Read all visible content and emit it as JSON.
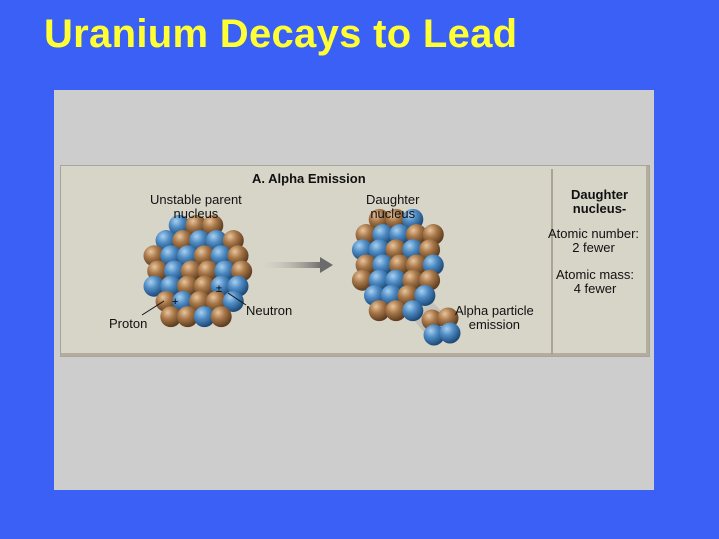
{
  "title": "Uranium Decays to Lead",
  "figure": {
    "heading": "A. Alpha Emission",
    "parent_label_line1": "Unstable parent",
    "parent_label_line2": "nucleus",
    "daughter_label_line1": "Daughter",
    "daughter_label_line2": "nucleus",
    "proton_label": "Proton",
    "neutron_label": "Neutron",
    "proton_sign": "+",
    "neutron_sign": "±",
    "alpha_label_line1": "Alpha particle",
    "alpha_label_line2": "emission",
    "sidebar": {
      "heading_line1": "Daughter",
      "heading_line2": "nucleus-",
      "atomic_number_line1": "Atomic number:",
      "atomic_number_line2": "2 fewer",
      "atomic_mass_line1": "Atomic mass:",
      "atomic_mass_line2": "4 fewer"
    }
  },
  "colors": {
    "background": "#3a60f5",
    "title": "#ffff33",
    "proton": "#3f7fb8",
    "neutron": "#a8784a"
  }
}
